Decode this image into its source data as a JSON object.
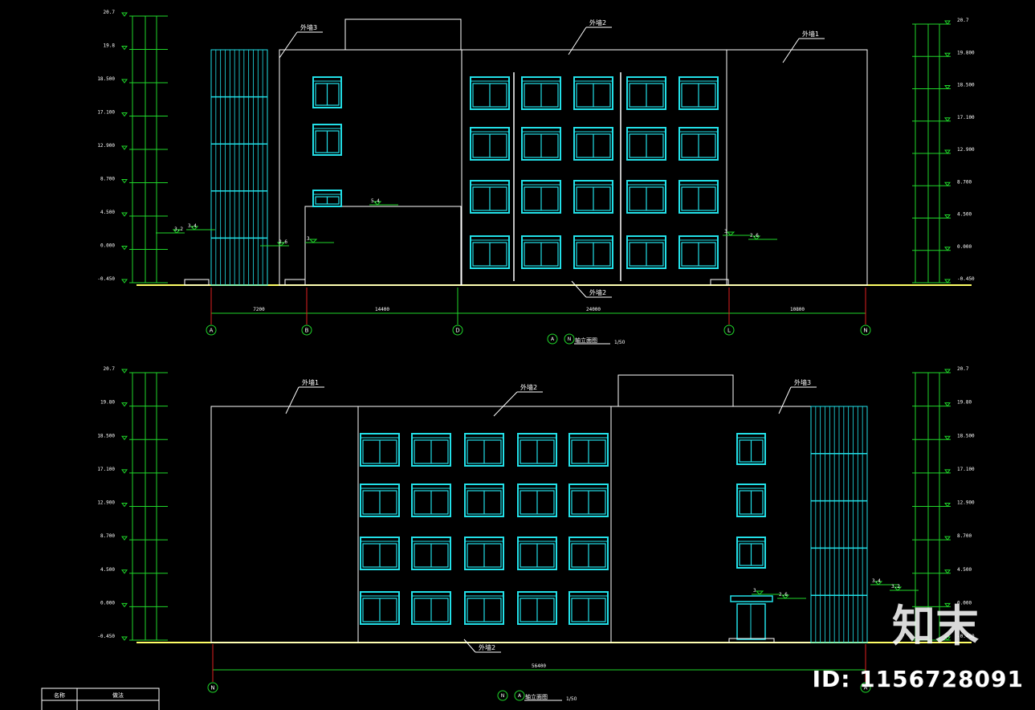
{
  "colors": {
    "bg": "#000000",
    "line": "#ffffff",
    "window": "#22e0e8",
    "dim": "#1fd62a",
    "ground": "#ffff66",
    "axis": "#e02020",
    "grid_bubble": "#1fd62a"
  },
  "elevation_top": {
    "title": "轴立面图",
    "scale": "1/50",
    "grid_axes": [
      "A",
      "B",
      "D",
      "L",
      "N"
    ],
    "span_dims": [
      "7200",
      "14400",
      "24000",
      "10800"
    ],
    "material_tags": [
      "外墙3",
      "外墙2",
      "外墙1",
      "外墙2"
    ],
    "left_levels": [
      "20.7",
      "19.8",
      "18.500",
      "17.100",
      "12.900",
      "8.700",
      "4.500",
      "0.000",
      "-0.450"
    ],
    "right_levels": [
      "20.7",
      "19.800",
      "18.500",
      "17.100",
      "12.900",
      "8.700",
      "4.500",
      "0.000",
      "-0.450"
    ],
    "misc_levels": [
      "5.4",
      "3.2",
      "3.4",
      "2.6",
      "3",
      "3",
      "2.6"
    ]
  },
  "elevation_bottom": {
    "title": "轴立面图",
    "scale": "1/50",
    "grid_axes": [
      "N",
      "A"
    ],
    "span_dims": [
      "56400"
    ],
    "material_tags": [
      "外墙1",
      "外墙2",
      "外墙3",
      "外墙2"
    ],
    "left_levels": [
      "20.7",
      "19.80",
      "18.500",
      "17.100",
      "12.900",
      "8.700",
      "4.500",
      "0.000",
      "-0.450"
    ],
    "right_levels": [
      "20.7",
      "19.80",
      "18.500",
      "17.100",
      "12.900",
      "8.700",
      "4.500",
      "0.000",
      "-0.450"
    ],
    "misc_levels": [
      "3",
      "2.6",
      "3.4",
      "3.2"
    ]
  },
  "legend_table": {
    "headers": [
      "名称",
      "做法"
    ]
  },
  "watermark": {
    "logo": "知末",
    "id": "ID: 1156728091"
  }
}
